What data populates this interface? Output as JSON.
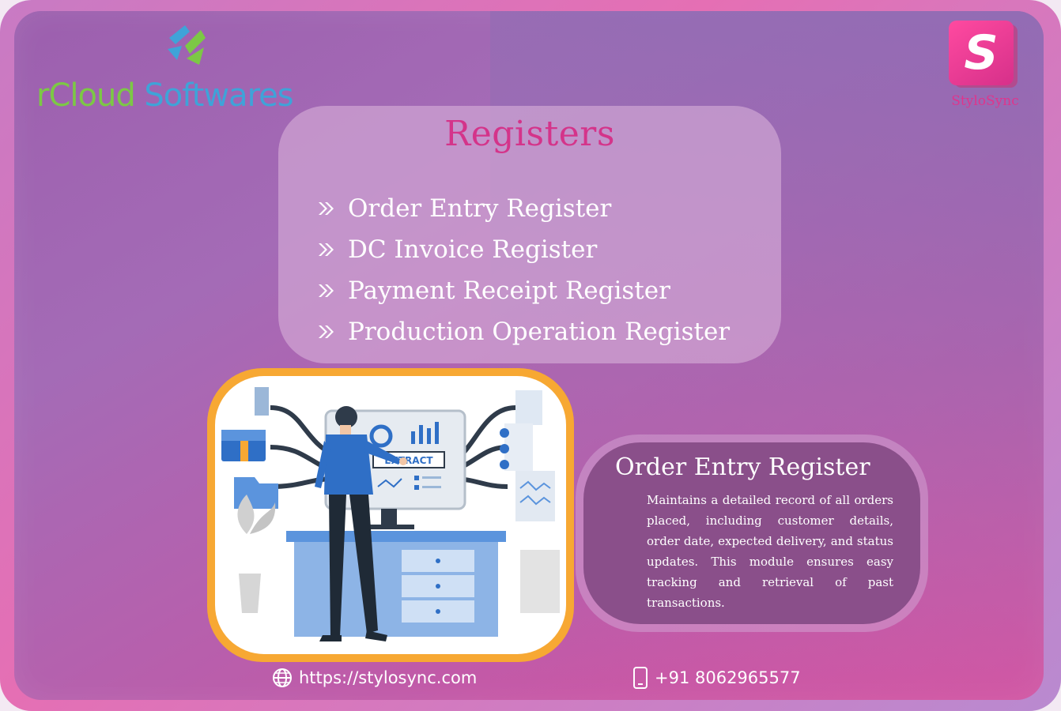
{
  "brand_left": {
    "name_part1": "rCloud",
    "name_part2": " Softwares"
  },
  "brand_right": {
    "letter": "S",
    "name": "StyloSync"
  },
  "registers": {
    "title": "Registers",
    "items": [
      "Order Entry Register",
      "DC Invoice Register",
      "Payment Receipt Register",
      "Production Operation Register"
    ]
  },
  "illustration": {
    "screen_label": "EXTRACT"
  },
  "detail": {
    "title": "Order Entry Register",
    "text": "Maintains a detailed record of all orders placed, including customer details, order date, expected delivery, and status updates. This module ensures easy tracking and retrieval of past transactions."
  },
  "footer": {
    "website": "https://stylosync.com",
    "phone": "+91 8062965577"
  },
  "colors": {
    "accent_pink": "#d4348a",
    "illustration_frame": "#f7a833",
    "brand_green": "#7cc845",
    "brand_blue": "#3fa3d8"
  }
}
